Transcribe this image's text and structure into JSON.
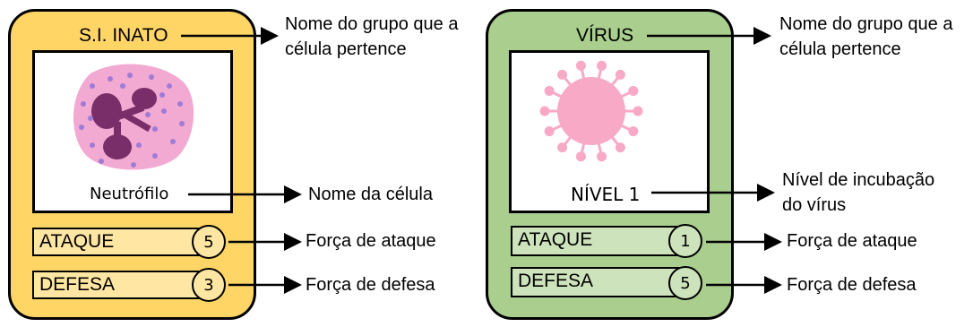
{
  "colors": {
    "innate_card": "#FFD566",
    "innate_stat": "#FFE7A3",
    "virus_card": "#A9CE8D",
    "virus_stat": "#CDE3BB",
    "cell_pink": "#F2A9D2",
    "nucleus": "#7A2E69",
    "granule": "#A07BD6",
    "virus_pink": "#F7A9C6"
  },
  "innate_card": {
    "title": "S.I. INATO",
    "cell_name": "Neutrófilo",
    "attack_label": "ATAQUE",
    "attack_value": "5",
    "defense_label": "DEFESA",
    "defense_value": "3"
  },
  "virus_card": {
    "title": "VÍRUS",
    "level": "NÍVEL 1",
    "attack_label": "ATAQUE",
    "attack_value": "1",
    "defense_label": "DEFESA",
    "defense_value": "5"
  },
  "annotations": {
    "group_left_1": "Nome do grupo que a",
    "group_left_2": "célula pertence",
    "cell_name": "Nome da célula",
    "attack_left": "Força de ataque",
    "defense_left": "Força de defesa",
    "group_right_1": "Nome do grupo que a",
    "group_right_2": "célula pertence",
    "incubation_1": "Nível de incubação",
    "incubation_2": "do vírus",
    "attack_right": "Força de ataque",
    "defense_right": "Força de defesa"
  }
}
